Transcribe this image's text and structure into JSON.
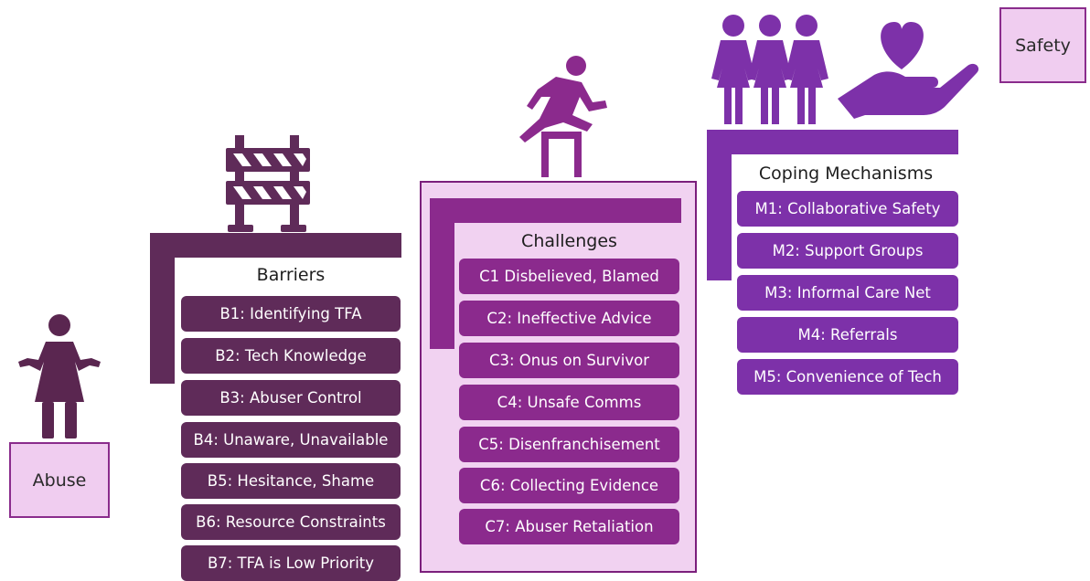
{
  "start": {
    "label": "Abuse"
  },
  "end": {
    "label": "Safety"
  },
  "stages": {
    "barriers": {
      "title": "Barriers",
      "items": [
        "B1: Identifying TFA",
        "B2: Tech Knowledge",
        "B3: Abuser Control",
        "B4: Unaware, Unavailable",
        "B5: Hesitance, Shame",
        "B6: Resource Constraints",
        "B7: TFA is Low Priority"
      ]
    },
    "challenges": {
      "title": "Challenges",
      "items": [
        "C1 Disbelieved, Blamed",
        "C2: Ineffective Advice",
        "C3: Onus on Survivor",
        "C4: Unsafe Comms",
        "C5: Disenfranchisement",
        "C6: Collecting Evidence",
        "C7: Abuser Retaliation"
      ]
    },
    "coping": {
      "title": "Coping Mechanisms",
      "items": [
        "M1: Collaborative Safety",
        "M2: Support Groups",
        "M3: Informal Care Net",
        "M4: Referrals",
        "M5: Convenience of Tech"
      ]
    }
  },
  "icons": [
    "person-shrug-icon",
    "barricade-icon",
    "hurdle-jumper-icon",
    "group-of-women-icon",
    "heart-in-hand-icon"
  ],
  "colors": {
    "barriers": "#5f2b59",
    "challenges": "#8b2a8d",
    "coping": "#7d31a9",
    "box_fill": "#f0cdf0"
  }
}
